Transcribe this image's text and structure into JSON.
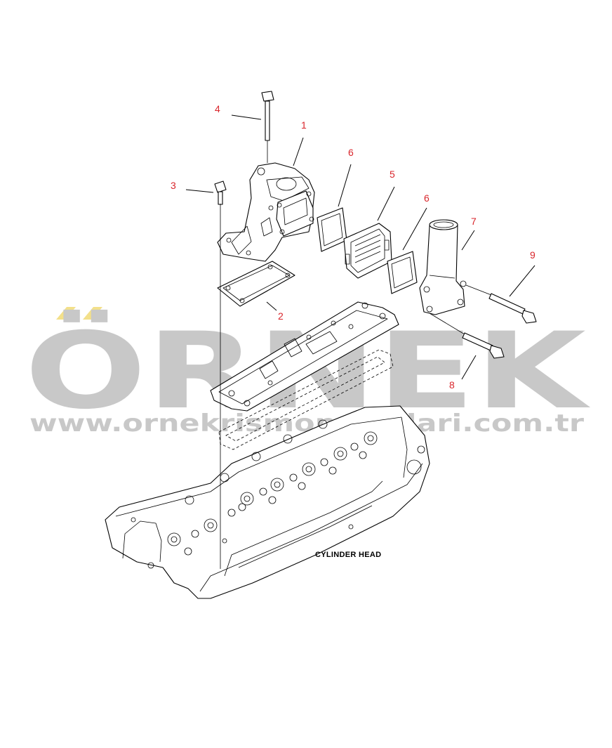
{
  "watermark": {
    "brand": "ÖRNEK",
    "url": "www.ornekrismopartalari.com.tr",
    "color": "#c8c8c8",
    "accent": "#f3e08a"
  },
  "diagram": {
    "assembly_label": "CYLINDER HEAD",
    "callouts": [
      {
        "id": "c1",
        "number": "1"
      },
      {
        "id": "c2",
        "number": "2"
      },
      {
        "id": "c3",
        "number": "3"
      },
      {
        "id": "c4",
        "number": "4"
      },
      {
        "id": "c5",
        "number": "5"
      },
      {
        "id": "c6a",
        "number": "6"
      },
      {
        "id": "c6b",
        "number": "6"
      },
      {
        "id": "c7",
        "number": "7"
      },
      {
        "id": "c8",
        "number": "8"
      },
      {
        "id": "c9",
        "number": "9"
      }
    ],
    "callout_color": "#d9262c"
  }
}
